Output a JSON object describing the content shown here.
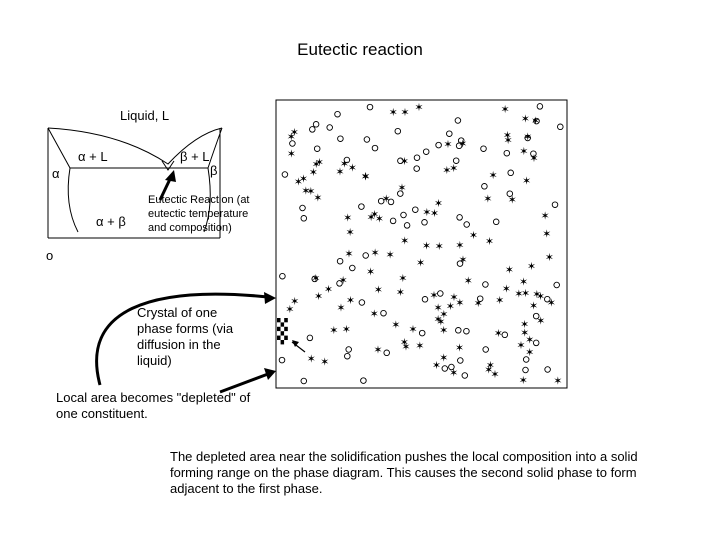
{
  "slide": {
    "title": "Eutectic reaction"
  },
  "phase_diagram": {
    "liquid_label": "Liquid, L",
    "alpha_label": "α",
    "alpha_plus_liquid": "α + L",
    "beta_plus_liquid": "β + L",
    "beta_label": "β",
    "alpha_plus_beta": "α + β",
    "origin_label": "o",
    "eutectic_note": "Eutectic Reaction (at eutectic temperature and composition)"
  },
  "annotations": {
    "crystal_forms": "Crystal of one phase forms (via diffusion in the liquid)",
    "depleted_area": "Local area becomes \"depleted\" of one constituent.",
    "explanation": "The depleted area near the solidification pushes the local composition into a solid forming range on the phase diagram.  This causes the second solid phase to form adjacent to the first phase."
  }
}
